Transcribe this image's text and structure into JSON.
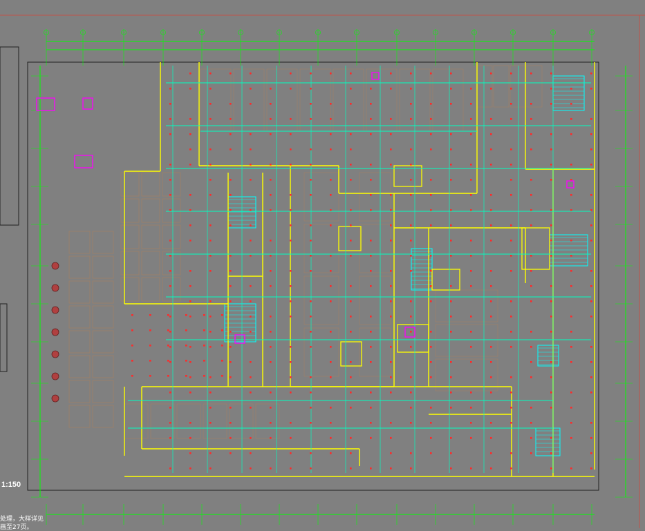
{
  "drawing": {
    "scale": "1:150",
    "note_lines": [
      "处理，大样详见",
      "画至27页。"
    ],
    "colors": {
      "background": "#808080",
      "frame": "#c0544a",
      "wall": "#ffff00",
      "pipe": "#00ffc0",
      "fixture": "#ff2a2a",
      "grid": "#00ff00",
      "parking": "#a88060",
      "stair": "#00ffff",
      "equipment": "#ff00ff"
    },
    "layers": [
      "walls",
      "sprinkler-pipes",
      "sprinkler-heads",
      "parking-bays",
      "axis-grid",
      "stairs",
      "equipment"
    ]
  }
}
